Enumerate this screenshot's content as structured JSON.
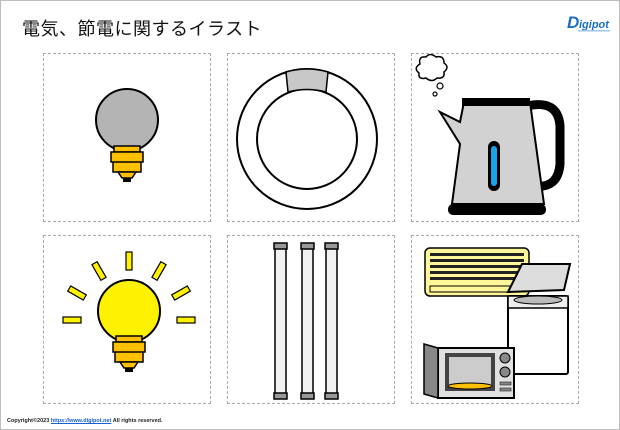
{
  "title": "電気、節電に関するイラスト",
  "logo": {
    "text": "Digipot",
    "color": "#1a6fc4"
  },
  "panels": [
    {
      "name": "light-bulb-off",
      "icon": "light-bulb-off-icon"
    },
    {
      "name": "circular-fluorescent-lamp",
      "icon": "ring-fluorescent-icon"
    },
    {
      "name": "electric-kettle",
      "icon": "kettle-icon"
    },
    {
      "name": "light-bulb-on",
      "icon": "light-bulb-on-icon"
    },
    {
      "name": "fluorescent-tubes",
      "icon": "fluorescent-tube-icon"
    },
    {
      "name": "home-appliances",
      "icon": "appliances-icon"
    }
  ],
  "footer": {
    "prefix": "Copyright©2023 ",
    "link": "https://www.digipot.net",
    "suffix": " All rights reserved."
  },
  "colors": {
    "bulb_yellow": "#fff200",
    "base_orange": "#ffc000",
    "bulb_gray": "#b4b4b4",
    "kettle_blue": "#1aa3e8"
  }
}
